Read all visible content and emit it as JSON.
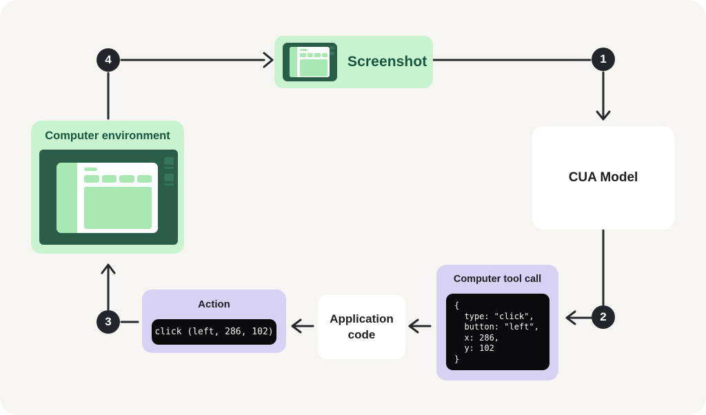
{
  "diagram": {
    "title_none_visible": "",
    "nodes": {
      "screenshot": {
        "label": "Screenshot",
        "icon": "monitor-window-icon"
      },
      "computer_environment": {
        "label": "Computer environment",
        "icon": "desktop-window-icon"
      },
      "cua_model": {
        "label": "CUA Model"
      },
      "computer_tool_call": {
        "title": "Computer tool call",
        "code_lines": [
          "{",
          "  type: \"click\",",
          "  button: \"left\",",
          "  x: 286,",
          "  y: 102",
          "}"
        ]
      },
      "application_code": {
        "label": "Application code"
      },
      "action": {
        "title": "Action",
        "code": "click (left, 286, 102)"
      }
    },
    "badges": {
      "step1": "1",
      "step2": "2",
      "step3": "3",
      "step4": "4"
    },
    "colors": {
      "canvas_bg": "#f6f5f2",
      "green_light": "#c9f2cf",
      "green_dark": "#2b5e49",
      "green_mid": "#a8e9b3",
      "green_icon": "#35755b",
      "green_text": "#17563f",
      "purple_light": "#d7d1f3",
      "code_bg": "#0b0b0d",
      "code_text": "#f4f4f2",
      "badge_bg": "#22252a",
      "arrow": "#26292c",
      "text_dark": "#1c1e22"
    }
  }
}
